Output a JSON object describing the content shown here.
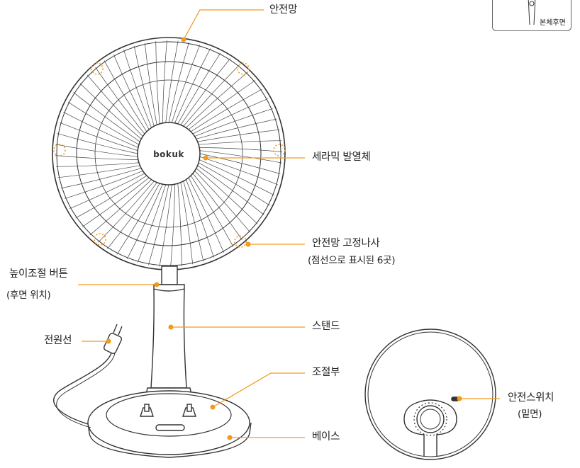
{
  "brand": "bokuk",
  "labels": {
    "safety_guard": "안전망",
    "ceramic_heater": "세라믹 발열체",
    "guard_screw": "안전망 고정나사",
    "guard_screw_note": "(점선으로 표시된 6곳)",
    "height_button": "높이조절 버튼",
    "height_button_note": "(후면 위치)",
    "power_cord": "전원선",
    "stand": "스탠드",
    "control": "조절부",
    "base": "베이스",
    "safety_switch": "안전스위치",
    "safety_switch_note": "(밑면)",
    "inset_label": "본체후면"
  },
  "colors": {
    "leader": "#f29a1e",
    "dot": "#f29a1e",
    "outline": "#333333"
  }
}
